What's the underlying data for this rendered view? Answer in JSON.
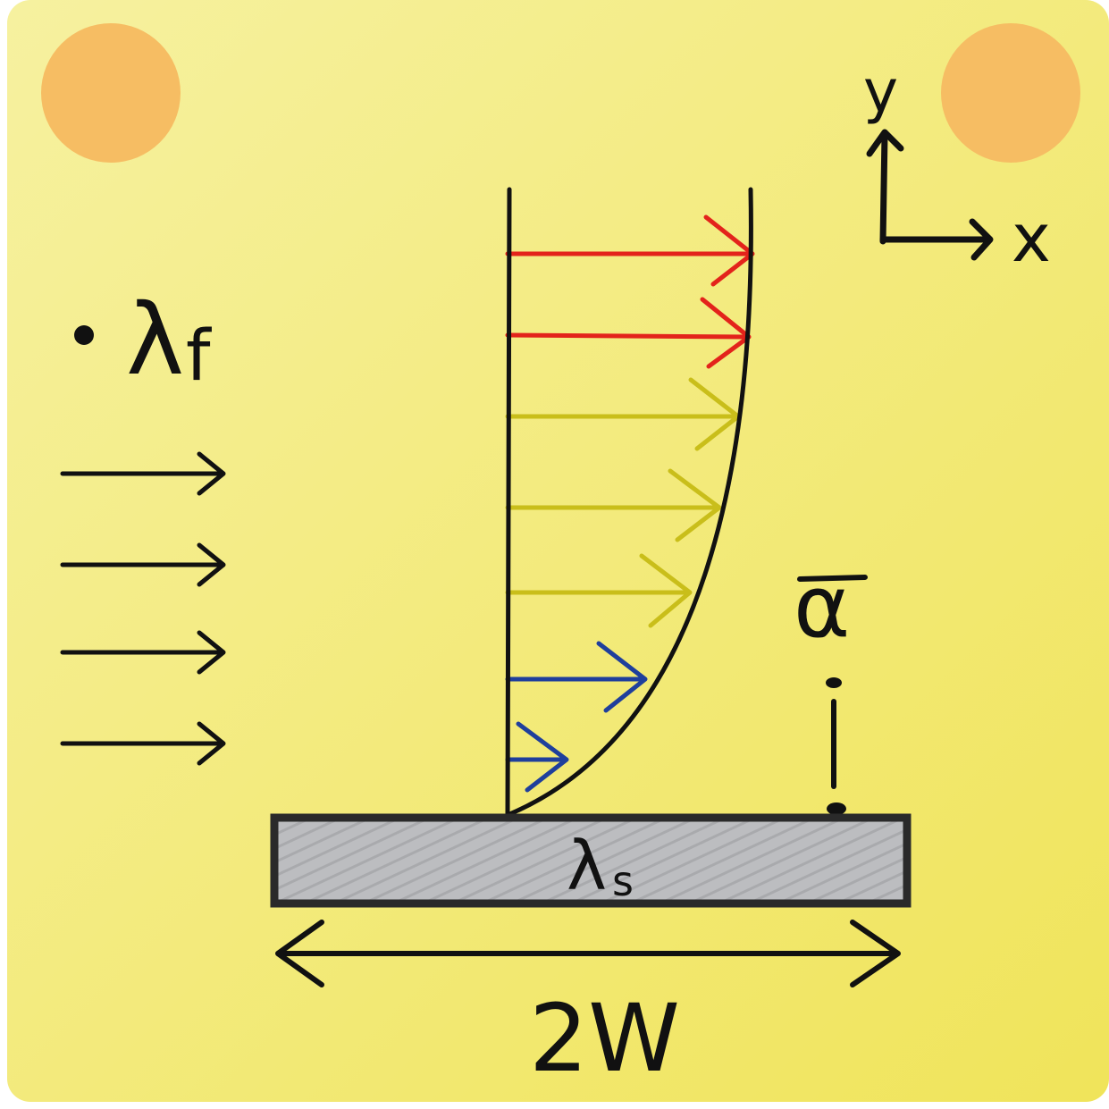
{
  "card": {
    "background_from": "#f6f1a0",
    "background_to": "#f0e45a",
    "corner_dot_color": "#f6bd63"
  },
  "labels": {
    "fluid_conductivity_symbol": "λ",
    "fluid_conductivity_subscript": "f",
    "solid_conductivity_symbol": "λ",
    "solid_conductivity_subscript": "s",
    "heat_transfer_coefficient": "α",
    "width": "2W",
    "axis_x": "x",
    "axis_y": "y"
  },
  "velocity_profile": {
    "arrow_colors": [
      "#e3231b",
      "#e3231b",
      "#c9be1a",
      "#c9be1a",
      "#c9be1a",
      "#1f3f9c",
      "#1f3f9c"
    ],
    "profile_color": "#111111"
  },
  "plate": {
    "fill": "#bcbdc0",
    "border": "#2a2a2a"
  }
}
